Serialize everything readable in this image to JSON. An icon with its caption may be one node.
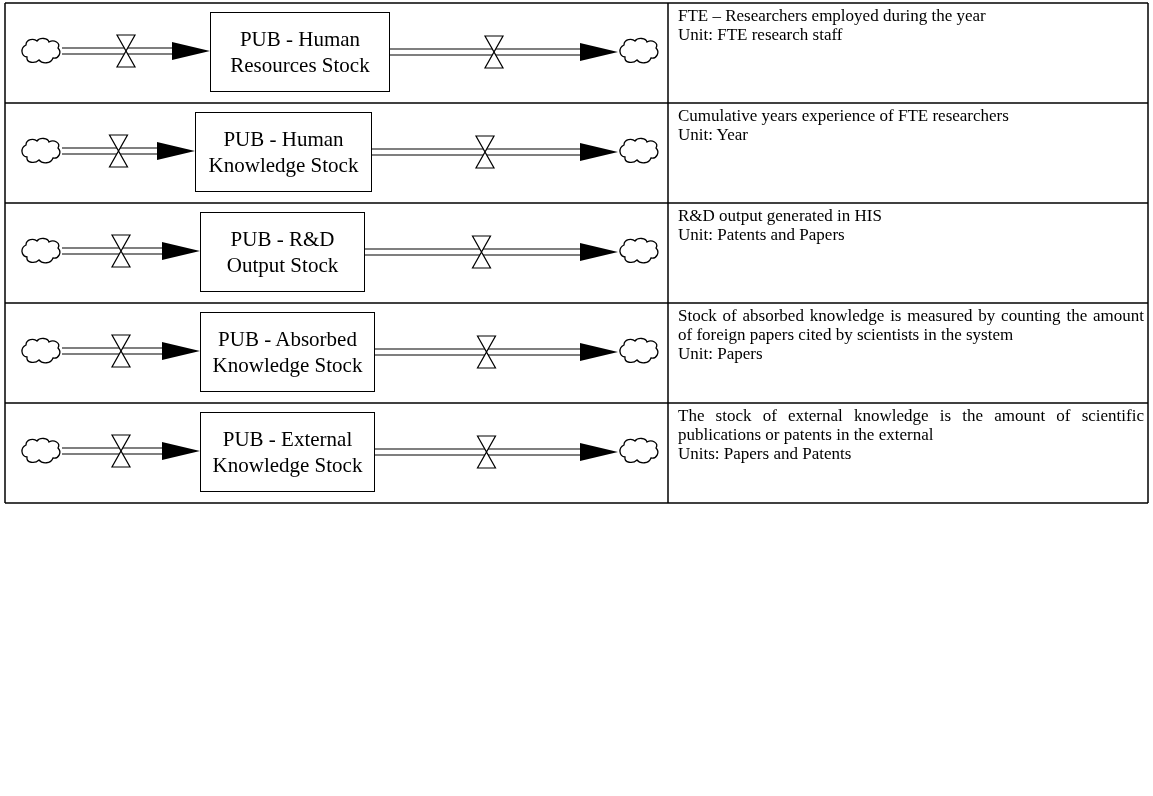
{
  "diagram": {
    "nodes": [
      {
        "text": [],
        "shape": "cloud"
      },
      {
        "text": [
          "PUB - Human Resources Stock"
        ]
      },
      {
        "text": [],
        "shape": "cloud"
      },
      {
        "text": [],
        "shape": "cloud"
      },
      {
        "text": [
          "PUB - Human Knowledge Stock"
        ]
      },
      {
        "text": [],
        "shape": "cloud"
      },
      {
        "text": [],
        "shape": "cloud"
      },
      {
        "text": [
          "PUB - R&D Output Stock"
        ]
      },
      {
        "text": [],
        "shape": "cloud"
      },
      {
        "text": [],
        "shape": "cloud"
      },
      {
        "text": [
          "PUB - Absorbed Knowledge Stock"
        ]
      },
      {
        "text": [],
        "shape": "cloud"
      },
      {
        "text": [],
        "shape": "cloud"
      },
      {
        "text": [
          "PUB - External Knowledge Stock"
        ]
      },
      {
        "text": [],
        "shape": "cloud"
      }
    ],
    "edges": [
      {
        "from": 0,
        "to": 1,
        "arrow": "to"
      },
      {
        "from": 1,
        "to": 2,
        "arrow": "to"
      },
      {
        "from": 3,
        "to": 4,
        "arrow": "to"
      },
      {
        "from": 4,
        "to": 5,
        "arrow": "to"
      },
      {
        "from": 6,
        "to": 7,
        "arrow": "to"
      },
      {
        "from": 7,
        "to": 8,
        "arrow": "to"
      },
      {
        "from": 9,
        "to": 10,
        "arrow": "to"
      },
      {
        "from": 10,
        "to": 11,
        "arrow": "to"
      },
      {
        "from": 12,
        "to": 13,
        "arrow": "to"
      },
      {
        "from": 13,
        "to": 14,
        "arrow": "to"
      }
    ],
    "labels": [
      "FTE – Researchers employed during the year",
      "Unit: FTE research staff",
      "Cumulative years experience of FTE researchers",
      "Unit: Year",
      "R&D output generated in HIS",
      "Unit: Patents and Papers",
      "Stock of absorbed knowledge is measured by counting the amount of foreign papers cited by scientists in the system",
      "Unit: Papers",
      "The stock of external knowledge is the amount of scientific publications or patents in the external",
      "Units: Papers and Patents"
    ]
  }
}
